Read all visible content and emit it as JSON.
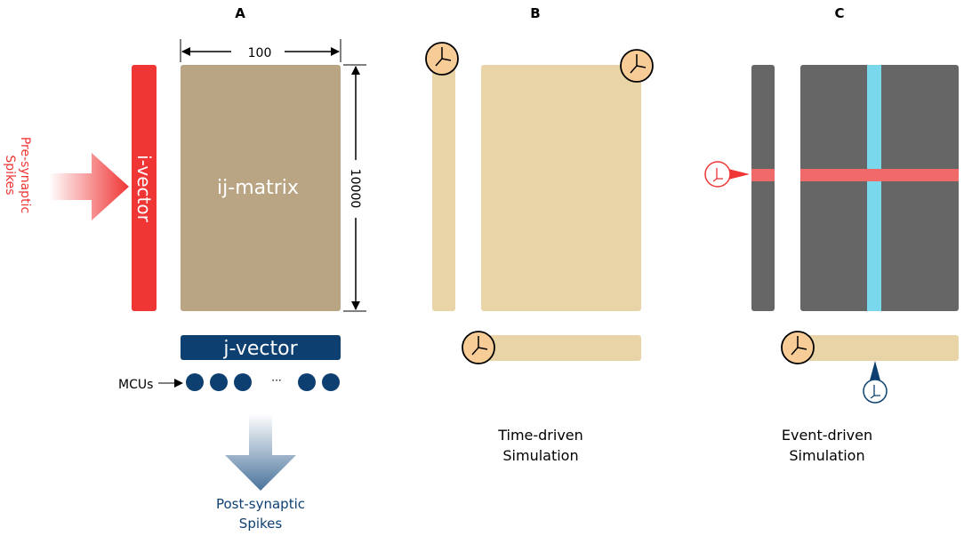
{
  "panels": {
    "a": {
      "letter": "A"
    },
    "b": {
      "letter": "B",
      "caption_line1": "Time-driven",
      "caption_line2": "Simulation"
    },
    "c": {
      "letter": "C",
      "caption_line1": "Event-driven",
      "caption_line2": "Simulation"
    }
  },
  "panel_a": {
    "pre_label_line1": "Pre-synaptic",
    "pre_label_line2": "Spikes",
    "i_vector_label": "i-vector",
    "matrix_label": "ij-matrix",
    "width_dim": "100",
    "height_dim": "10000",
    "j_vector_label": "j-vector",
    "mcus_label": "MCUs",
    "ellipsis": "···",
    "post_label_line1": "Post-synaptic",
    "post_label_line2": "Spikes"
  },
  "colors": {
    "red": "#f03535",
    "matrix_brown": "#b9a583",
    "navy": "#0d4070",
    "tan": "#e8d4a6",
    "clock_face": "#f7cc96",
    "dark_gray": "#666666",
    "cyan": "#79d8ec",
    "salmon": "#f06a6a"
  },
  "icons": [
    "clock-icon",
    "spike-icon",
    "arrow-icon"
  ]
}
